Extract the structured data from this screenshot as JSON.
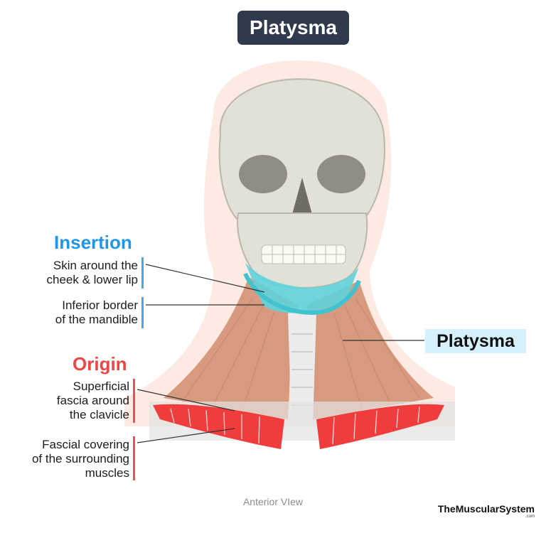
{
  "title": "Platysma",
  "insertion": {
    "heading": "Insertion",
    "points": [
      {
        "line1": "Skin around the",
        "line2": "cheek & lower lip"
      },
      {
        "line1": "Inferior border",
        "line2": "of the mandible"
      }
    ]
  },
  "origin": {
    "heading": "Origin",
    "points": [
      {
        "line1": "Superficial",
        "line2": "fascia around",
        "line3": "the clavicle"
      },
      {
        "line1": "Fascial covering",
        "line2": "of the surrounding",
        "line3": "muscles"
      }
    ]
  },
  "muscle_callout": "Platysma",
  "view_label": "Anterior VIew",
  "brand": {
    "name": "TheMuscularSystem",
    "suffix": ".com"
  },
  "colors": {
    "insertion": "#1f97e6",
    "origin": "#ee4545",
    "title_badge": "#2f3a4d",
    "callout_bg": "#d6f1fb",
    "insertion_highlight": "#5fd3dc",
    "origin_highlight": "#f03c3c",
    "muscle": "#d89a7e"
  }
}
